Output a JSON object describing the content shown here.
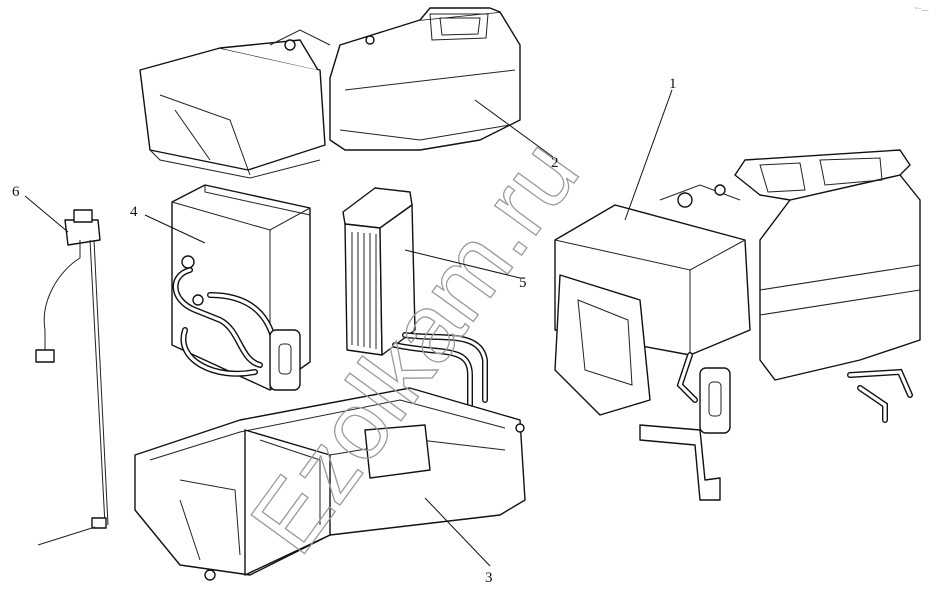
{
  "callouts": {
    "c1": "1",
    "c2": "2",
    "c3": "3",
    "c4": "4",
    "c5": "5",
    "c6": "6"
  },
  "watermark": "Ezolkam.ru",
  "corner_mark": "°⁻—"
}
